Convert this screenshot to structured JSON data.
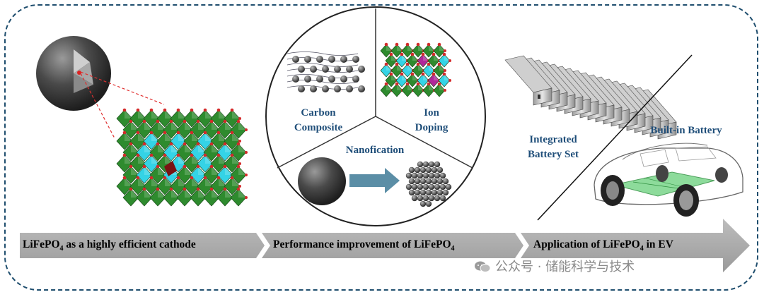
{
  "sections": {
    "performance": {
      "carbon_composite": "Carbon\nComposite",
      "ion_doping": "Ion\nDoping",
      "nanofication": "Nanofication"
    },
    "application": {
      "integrated_battery_set": "Integrated\nBattery Set",
      "built_in_battery": "Built-in Battery"
    }
  },
  "arrow_stages": [
    {
      "pre": "LiFePO",
      "sub": "4",
      "post": " as a highly efficient cathode"
    },
    {
      "pre": "Performance improvement of LiFePO",
      "sub": "4",
      "post": ""
    },
    {
      "pre": "Application of LiFePO",
      "sub": "4",
      "post": " in EV"
    }
  ],
  "watermark": "公众号 · 储能科学与技术",
  "colors": {
    "frame": "#1f4e6e",
    "label": "#1f4e79",
    "arrow": "#a6a6a6",
    "octahedron_green": "#2e8b2e",
    "octahedron_cyan": "#34d3e6",
    "doping_magenta": "#b0279a"
  }
}
